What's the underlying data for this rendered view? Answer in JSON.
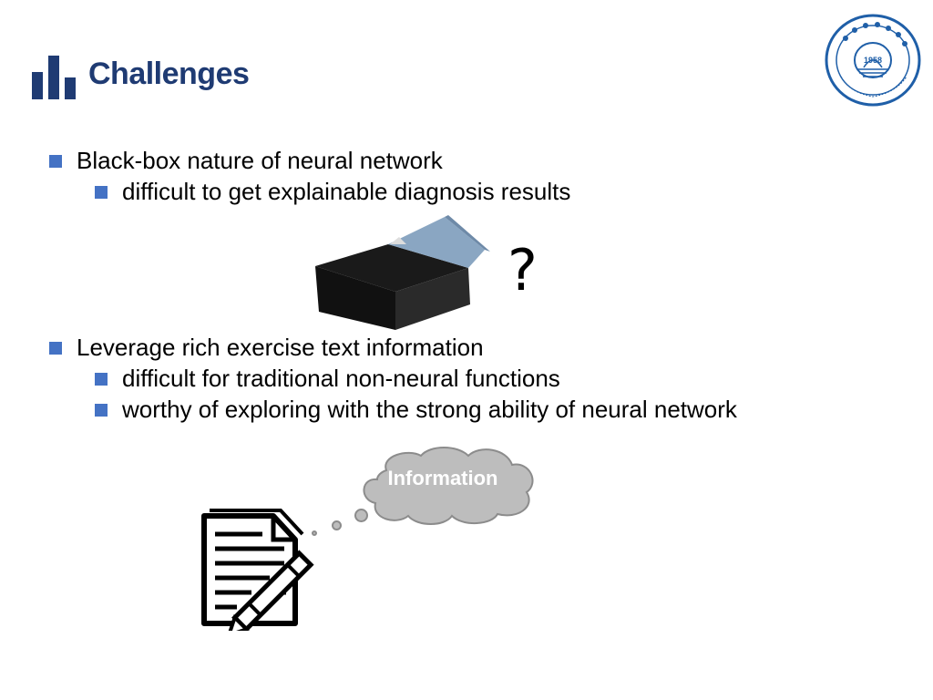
{
  "slide": {
    "title": "Challenges",
    "logo_year": "1958",
    "bullets": [
      {
        "level": 1,
        "text": "Black-box nature of neural network"
      },
      {
        "level": 2,
        "text": "difficult to get explainable diagnosis results"
      },
      {
        "level": 1,
        "text": "Leverage rich exercise text information"
      },
      {
        "level": 2,
        "text": "difficult for traditional non-neural functions"
      },
      {
        "level": 2,
        "text": "worthy of exploring with the strong ability of neural network"
      }
    ],
    "question_mark": "?",
    "cloud_label": "Information",
    "icons": [
      "bar-chart-icon",
      "university-logo",
      "black-box-icon",
      "thought-cloud-icon",
      "document-pen-icon"
    ],
    "colors": {
      "title": "#1f3b73",
      "bullet": "#4472c4",
      "cloud": "#bdbdbd"
    }
  }
}
